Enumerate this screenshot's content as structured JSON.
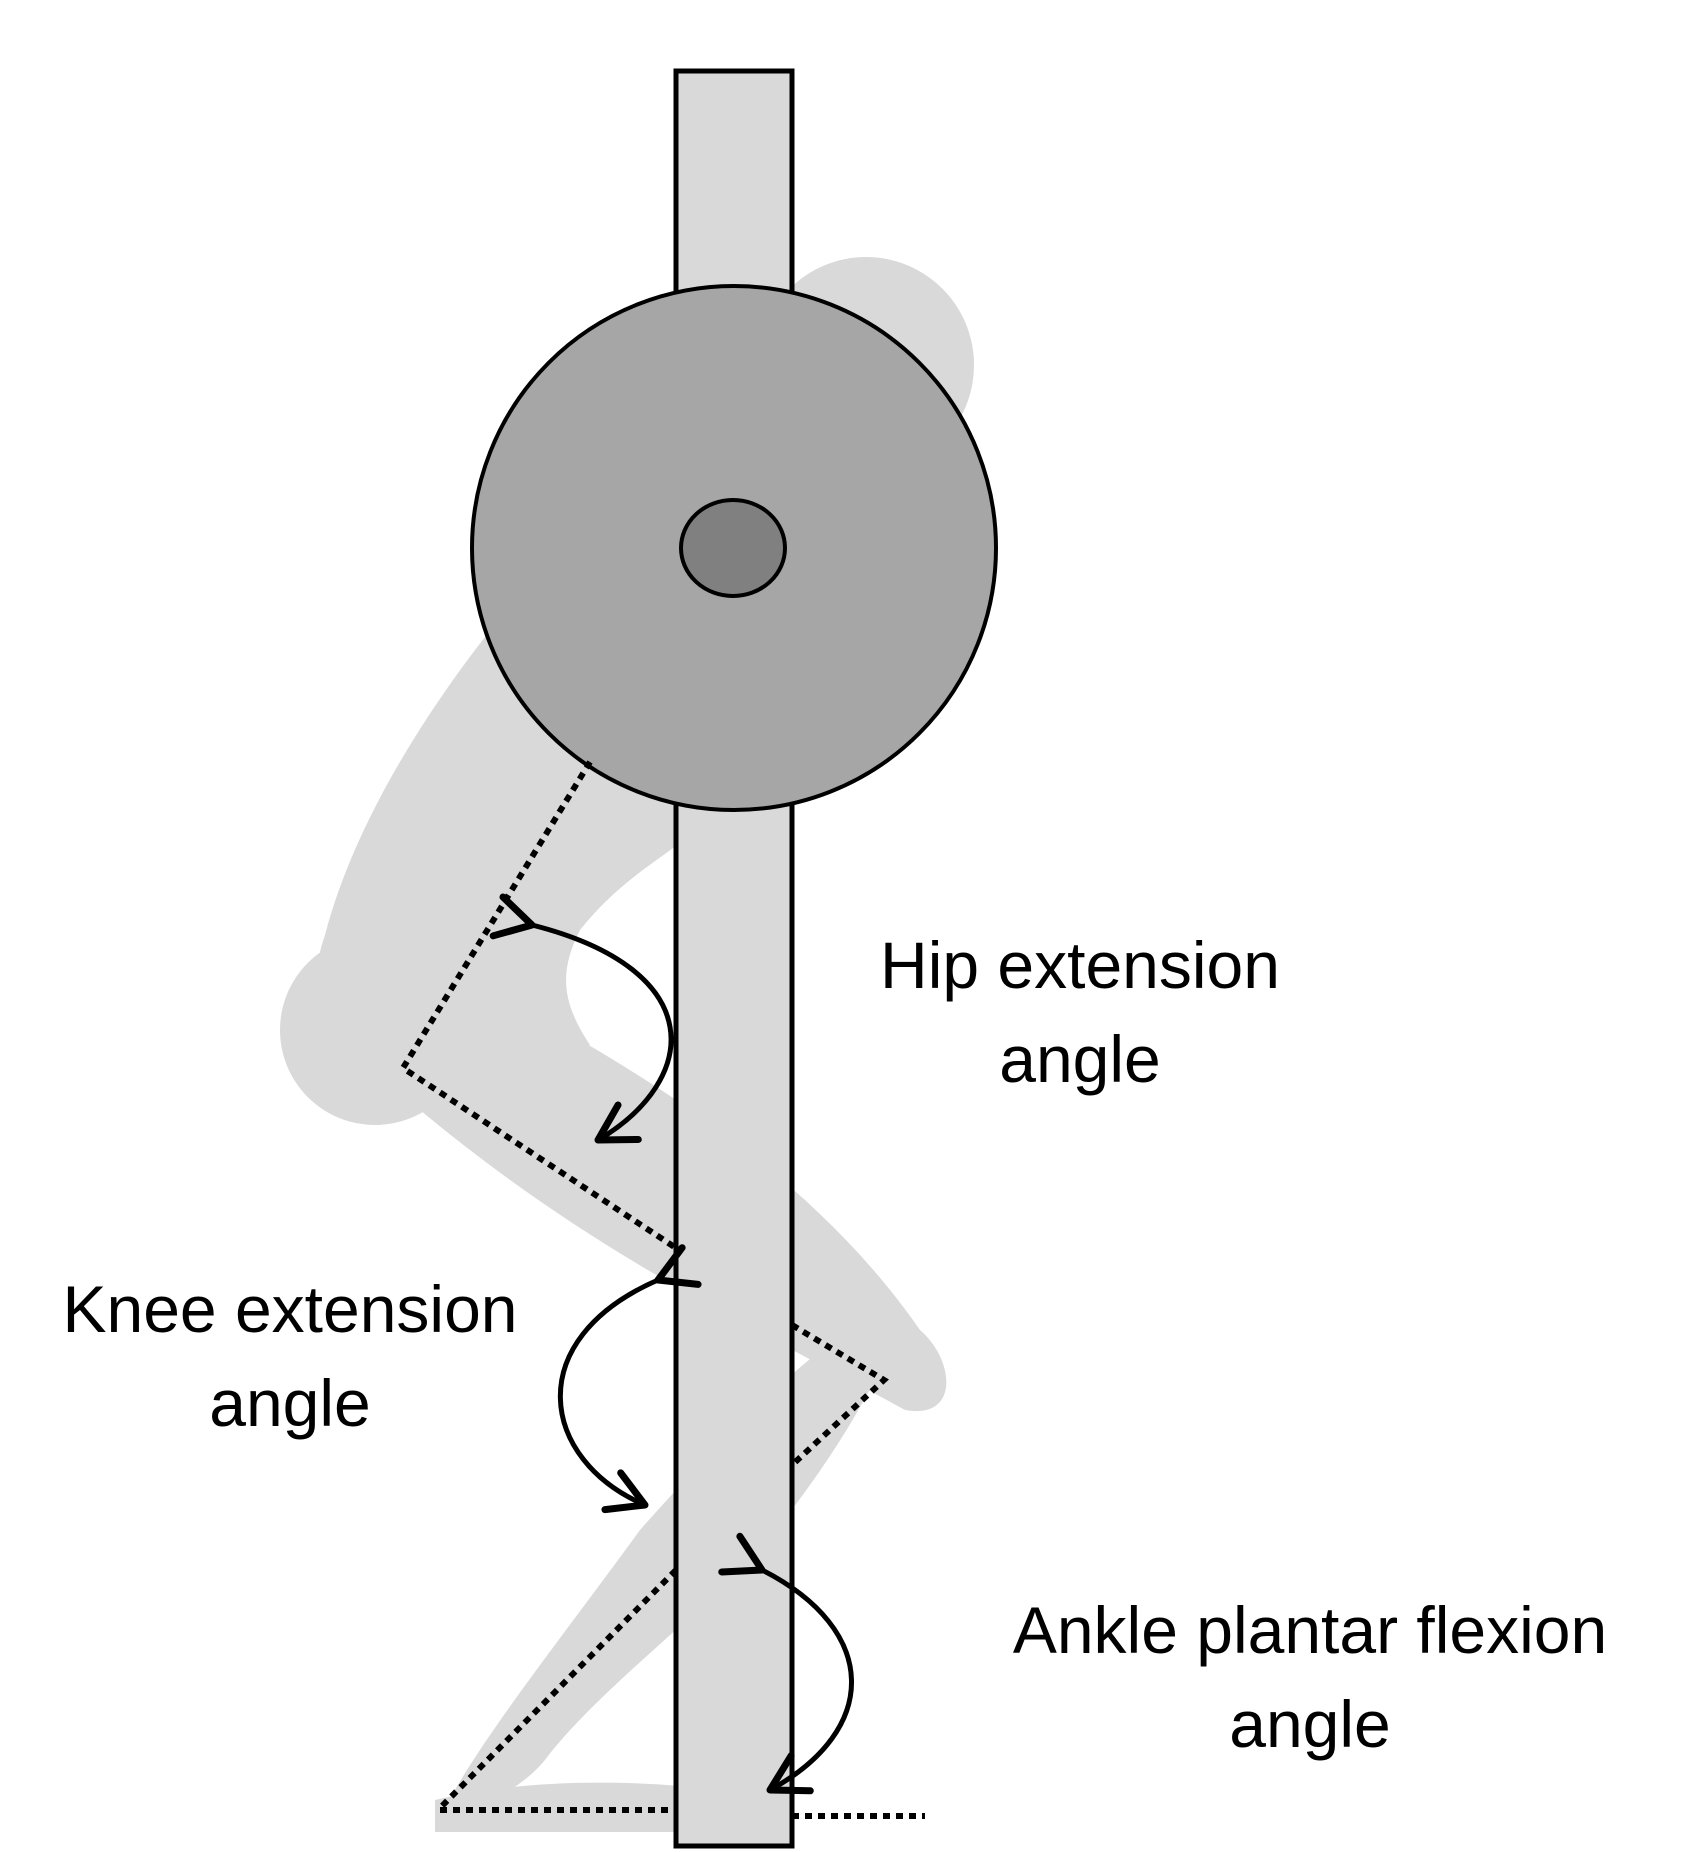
{
  "labels": {
    "hip": {
      "line1": "Hip extension",
      "line2": "angle"
    },
    "knee": {
      "line1": "Knee extension",
      "line2": "angle"
    },
    "ankle": {
      "line1": "Ankle plantar flexion",
      "line2": "angle"
    }
  },
  "colors": {
    "body_silhouette": "#d9d9d9",
    "barbell_bar": "#d9d9d9",
    "weight_plate": "#a6a6a6",
    "plate_hub": "#808080",
    "outline": "#000000",
    "background": "#ffffff"
  }
}
